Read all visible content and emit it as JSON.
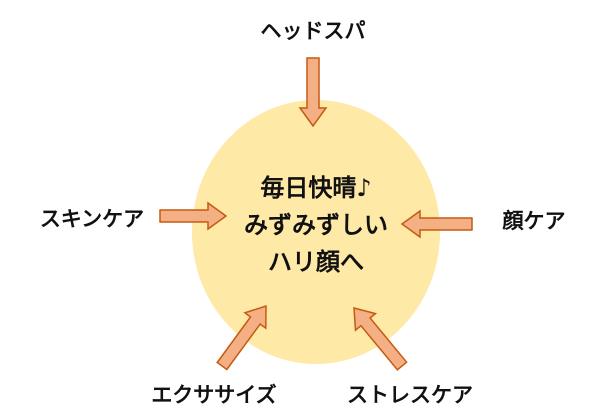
{
  "center": {
    "lines": [
      "毎日快晴♪",
      "みずみずしい",
      "ハリ顔へ"
    ],
    "fill": "#FFE9A6"
  },
  "arrow_style": {
    "fill": "#F4B084",
    "stroke": "#C55A11"
  },
  "factors": [
    {
      "id": "head-spa",
      "label": "ヘッドスパ"
    },
    {
      "id": "skin-care",
      "label": "スキンケア"
    },
    {
      "id": "face-care",
      "label": "顔ケア"
    },
    {
      "id": "exercise",
      "label": "エクササイズ"
    },
    {
      "id": "stress-care",
      "label": "ストレスケア"
    }
  ]
}
